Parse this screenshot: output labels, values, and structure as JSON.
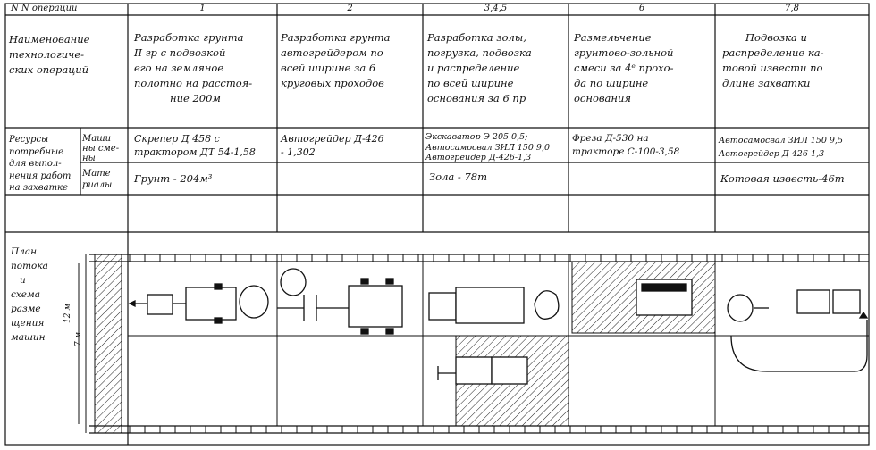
{
  "header": {
    "nn_label": "N N операции",
    "ops": [
      "1",
      "2",
      "3,4,5",
      "6",
      "7,8"
    ]
  },
  "row_names": {
    "label": [
      "Наименование",
      "технологиче-",
      "ских операций"
    ],
    "cells": [
      [
        "Разработка грунта",
        "II гр с подвозкой",
        "его на земляное",
        "полотно на расстоя-",
        "ние 200м"
      ],
      [
        "Разработка грунта",
        "автогрейдером по",
        "всей ширине за 6",
        "круговых проходов"
      ],
      [
        "Разработка золы,",
        "погрузка, подвозка",
        "и распределение",
        "по всей ширине",
        "основания за 6 пр"
      ],
      [
        "Размельчение",
        "грунтово-зольной",
        "смеси за 4ᵉ прохо-",
        "да по ширине",
        "основания"
      ],
      [
        "Подвозка и",
        "распределение ка-",
        "товой извести по",
        "длине захватки"
      ]
    ]
  },
  "resources": {
    "label": [
      "Ресурсы",
      "потребные",
      "для выпол-",
      "нения работ",
      "на захватке"
    ],
    "machines_label": [
      "Маши",
      "ны сме-",
      "ны"
    ],
    "materials_label": [
      "Мате",
      "риалы"
    ],
    "machines": [
      [
        "Скрепер Д 458 с",
        "трактором ДТ 54-1,58"
      ],
      [
        "Автогрейдер Д-426",
        "- 1,302"
      ],
      [
        "Экскаватор Э 205 0,5;",
        "Автосамосвал ЗИЛ 150 9,0",
        "Автогрейдер Д-426-1,3"
      ],
      [
        "Фреза Д-530 на",
        "тракторе С-100-3,58"
      ],
      [
        "Автосамосвал ЗИЛ 150 9,5",
        "Автогрейдер Д-426-1,3"
      ]
    ],
    "materials": [
      "Грунт - 204м³",
      "",
      "Зола - 78т",
      "",
      "Котовая известь-46т"
    ]
  },
  "plan": {
    "label": [
      "План",
      "потока",
      "и",
      "схема",
      "разме",
      "щения",
      "машин"
    ],
    "dim_outer": "12 м",
    "dim_inner": "7 м"
  }
}
